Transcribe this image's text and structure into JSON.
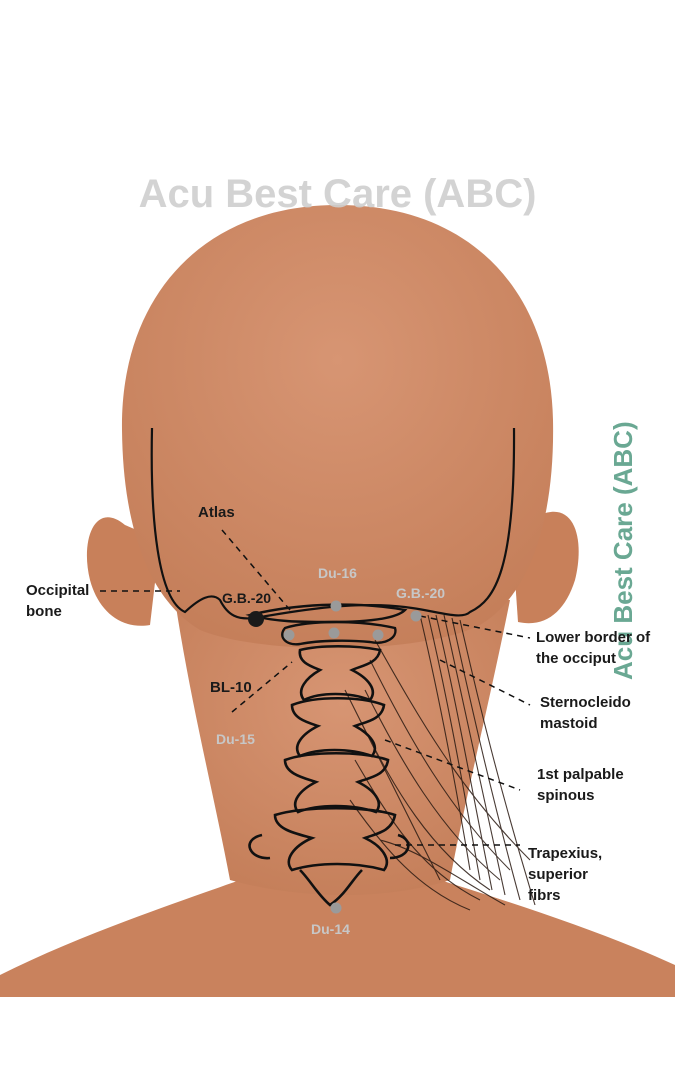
{
  "watermark": {
    "top_text": "Acu Best Care (ABC)",
    "side_text": "Acu Best Care (ABC)",
    "top_color": "#cfcfcf",
    "side_color": "#6aa893"
  },
  "colors": {
    "skin": "#cf8a63",
    "skin_shadow": "#b87552",
    "line": "#111111",
    "point_gray": "#9a9a9a",
    "point_dark": "#1a1a1a"
  },
  "labels": {
    "atlas": "Atlas",
    "occipital_line1": "Occipital",
    "occipital_line2": "bone",
    "bl10": "BL-10",
    "lower_border_line1": "Lower border of",
    "lower_border_line2": "the occiput",
    "scm_line1": "Sternocleido",
    "scm_line2": "mastoid",
    "palpable_line1": "1st palpable",
    "palpable_line2": "spinous",
    "trapezius_line1": "Trapexius,",
    "trapezius_line2": "superior",
    "trapezius_line3": "fibrs"
  },
  "points": {
    "du16": "Du-16",
    "gb20_left": "G.B.-20",
    "gb20_right": "G.B.-20",
    "du15": "Du-15",
    "du14": "Du-14"
  }
}
